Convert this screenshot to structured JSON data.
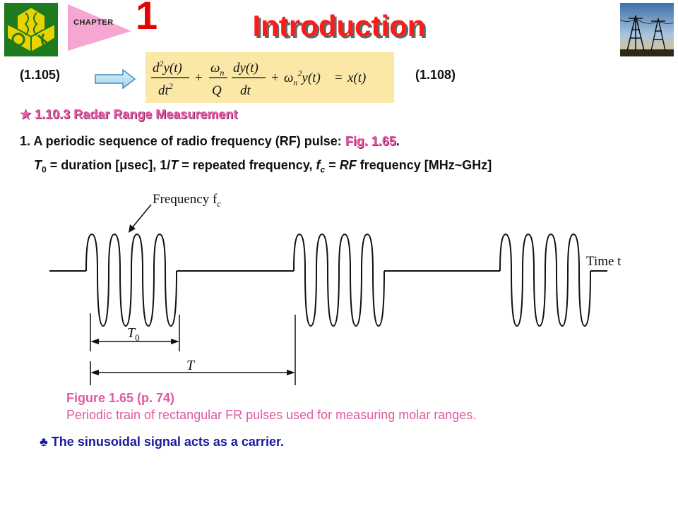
{
  "header": {
    "chapter_label": "CHAPTER",
    "chapter_number": "1",
    "title": "Introduction"
  },
  "equation": {
    "left_ref": "(1.105)",
    "right_ref": "(1.108)"
  },
  "section": {
    "heading": "★ 1.10.3 Radar Range Measurement"
  },
  "content": {
    "line1_text": "1. A periodic sequence of radio frequency (RF) pulse: ",
    "line1_fig": "Fig. 1.65",
    "line1_end": ".",
    "line2_T": "T",
    "line2_sub": "0",
    "line2_a": " = duration [",
    "line2_mu": "μ",
    "line2_b": "sec], 1/",
    "line2_T2": "T",
    "line2_c": " = repeated frequency, ",
    "line2_f": "f",
    "line2_fsub": "c",
    "line2_d": " = ",
    "line2_rf": "RF",
    "line2_e": " frequency [MHz~GHz]"
  },
  "figure": {
    "freq_label": "Frequency f",
    "freq_sub": "c",
    "time_label": "Time t",
    "t0_label": "T",
    "t0_sub": "0",
    "t_label": "T"
  },
  "caption": {
    "title": "Figure 1.65  (p. 74)",
    "text": "Periodic train of rectangular FR pulses used for measuring molar ranges."
  },
  "note": {
    "symbol": "♣",
    "text": " The sinusoidal signal acts as a carrier."
  }
}
